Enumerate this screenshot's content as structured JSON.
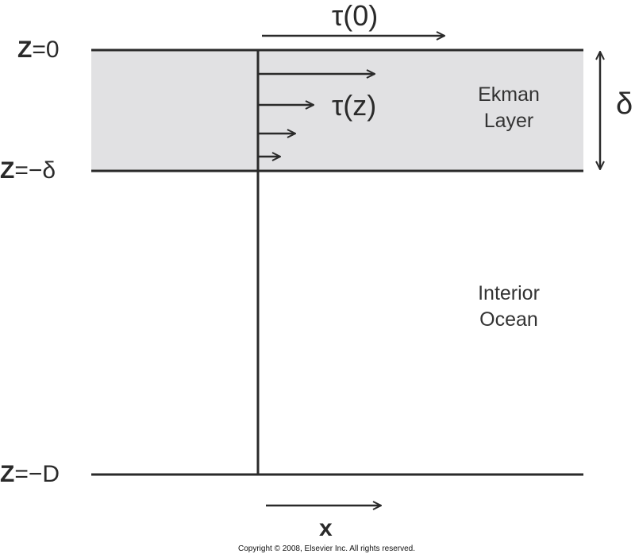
{
  "labels": {
    "z_top_var": "Z",
    "z_top_eq": "=0",
    "z_mid_var": "Z",
    "z_mid_eq": "=−δ",
    "z_bot_var": "Z",
    "z_bot_eq": "=−D",
    "tau_surface": "τ(0)",
    "tau_depth": "τ(z)",
    "ekman_line1": "Ekman",
    "ekman_line2": "Layer",
    "interior_line1": "Interior",
    "interior_line2": "Ocean",
    "delta": "δ",
    "x_axis": "x",
    "copyright": "Copyright © 2008, Elsevier Inc. All rights reserved."
  },
  "colors": {
    "ekman_fill": "#e1e1e3",
    "line": "#2a2a2a",
    "background": "#ffffff"
  }
}
